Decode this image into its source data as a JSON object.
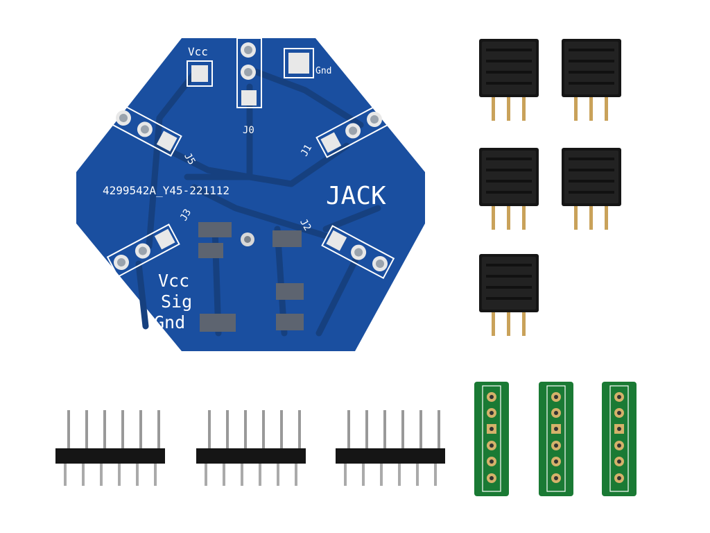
{
  "pcb": {
    "board_color": "#1a4fa0",
    "trace_color": "#16407f",
    "silk_color": "#ffffff",
    "label_vcc_top": "Vcc",
    "label_gnd_top": "Gnd",
    "label_j0": "J0",
    "label_j1": "J1",
    "label_j2": "J2",
    "label_j3": "J3",
    "label_j5": "J5",
    "serial": "4299542A_Y45-221112",
    "title": "JACK",
    "legend_vcc": "Vcc",
    "legend_sig": "Sig",
    "legend_gnd": "Gnd"
  },
  "parts": {
    "female_headers_count": 5,
    "male_headers_count": 3,
    "breakout_boards_count": 3,
    "breakout_color": "#1a7a34",
    "header_color": "#151515",
    "pin_color": "#c9a25a"
  }
}
